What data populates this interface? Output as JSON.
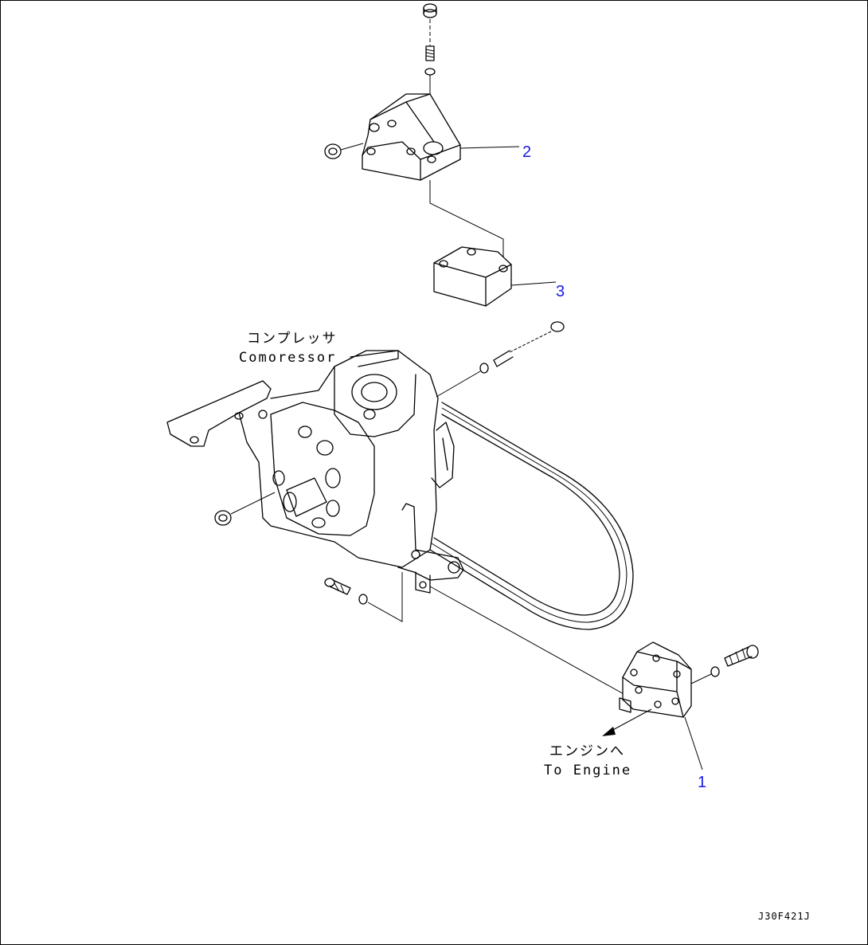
{
  "callouts": {
    "part1": "1",
    "part2": "2",
    "part3": "3"
  },
  "labels": {
    "compressor_jp": "コンプレッサ",
    "compressor_en": "Comoressor",
    "engine_jp": "エンジンへ",
    "engine_en": "To Engine"
  },
  "drawing_code": "J30F421J",
  "colors": {
    "callout": "#1a1ae6",
    "line": "#000000"
  }
}
